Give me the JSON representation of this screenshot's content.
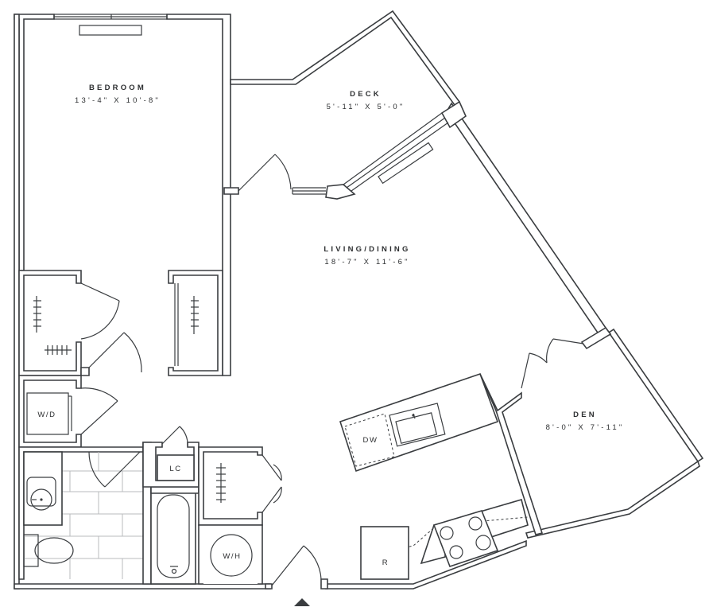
{
  "rooms": {
    "bedroom": {
      "name": "BEDROOM",
      "dims": "13'-4\" X 10'-8\""
    },
    "deck": {
      "name": "DECK",
      "dims": "5'-11\" X 5'-0\""
    },
    "living": {
      "name": "LIVING/DINING",
      "dims": "18'-7\" X 11'-6\""
    },
    "den": {
      "name": "DEN",
      "dims": "8'-0\" X 7'-11\""
    }
  },
  "fixtures": {
    "washer_dryer": "W/D",
    "linen_closet": "LC",
    "water_heater": "W/H",
    "dishwasher": "DW",
    "refrigerator": "R"
  },
  "colors": {
    "line": "#3a3d40",
    "tile": "#b9bbbd",
    "background": "#ffffff"
  }
}
